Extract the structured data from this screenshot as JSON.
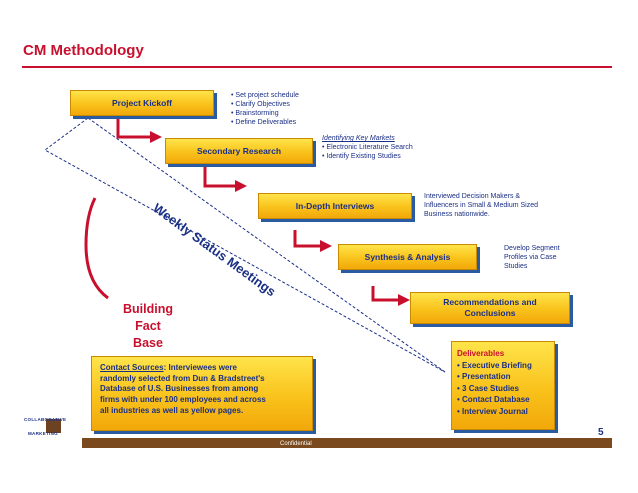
{
  "slide": {
    "title": "CM Methodology",
    "confidential": "Confidential",
    "page_number": "5"
  },
  "steps": [
    {
      "label": "Project Kickoff"
    },
    {
      "label": "Secondary Research"
    },
    {
      "label": "In-Depth Interviews"
    },
    {
      "label": "Synthesis & Analysis"
    },
    {
      "label_line1": "Recommendations and",
      "label_line2": "Conclusions"
    }
  ],
  "kickoff_notes": [
    "Set project schedule",
    "Clarify Objectives",
    "Brainstorming",
    "Define Deliverables"
  ],
  "research_notes": {
    "heading": "Identifying Key Markets",
    "items": [
      "Electronic Literature Search",
      "Identify Existing Studies"
    ]
  },
  "interview_notes": [
    "Interviewed Decision Makers &",
    "Influencers in Small & Medium Sized",
    "Business nationwide."
  ],
  "synthesis_notes": [
    "Develop Segment",
    "Profiles via Case",
    "Studies"
  ],
  "status_meetings": {
    "label": "Weekly Status Meetings"
  },
  "fact_base": [
    "Building",
    "Fact",
    "Base"
  ],
  "contact": {
    "heading": "Contact Sources",
    "lines": [
      ": Interviewees  were",
      "randomly selected from Dun & Bradstreet's",
      "Database of U.S. Businesses from among",
      "firms with under 100 employees and across",
      "all industries as well as yellow  pages."
    ]
  },
  "deliverables": {
    "heading": "Deliverables",
    "items": [
      "Executive Briefing",
      "Presentation",
      "3 Case Studies",
      "Contact Database",
      "Interview Journal"
    ]
  },
  "logo": {
    "line1": "COLLABORATIVE",
    "line2": "MARKETING"
  },
  "colors": {
    "accent_red": "#c8102e",
    "navy": "#1a2f86",
    "box_yellow": "#f9c21b",
    "shadow_blue": "#2a5aa0"
  }
}
